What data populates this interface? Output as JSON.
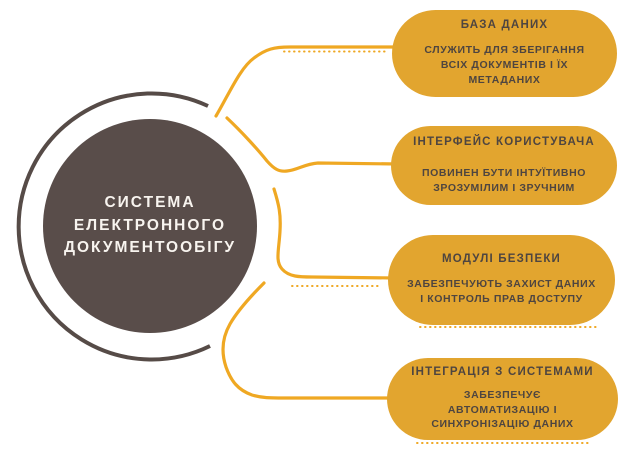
{
  "diagram": {
    "center": {
      "title_lines": [
        "СИСТЕМА",
        "ЕЛЕКТРОННОГО",
        "ДОКУМЕНТООБІГУ"
      ]
    },
    "nodes": [
      {
        "title": "БАЗА ДАНИХ",
        "desc_lines": [
          "СЛУЖИТЬ ДЛЯ ЗБЕРІГАННЯ",
          "ВСІХ ДОКУМЕНТІВ І ЇХ",
          "МЕТАДАНИХ"
        ]
      },
      {
        "title": "ІНТЕРФЕЙС КОРИСТУВАЧА",
        "desc_lines": [
          "ПОВИНЕН БУТИ ІНТУЇТИВНО",
          "ЗРОЗУМІЛИМ І ЗРУЧНИМ"
        ]
      },
      {
        "title": "МОДУЛІ БЕЗПЕКИ",
        "desc_lines": [
          "ЗАБЕЗПЕЧУЮТЬ ЗАХИСТ ДАНИХ",
          "І КОНТРОЛЬ ПРАВ ДОСТУПУ"
        ]
      },
      {
        "title": "ІНТЕГРАЦІЯ З СИСТЕМАМИ",
        "desc_lines": [
          "ЗАБЕЗПЕЧУЄ",
          "АВТОМАТИЗАЦІЮ І",
          "СИНХРОНІЗАЦІЮ ДАНИХ"
        ]
      }
    ],
    "colors": {
      "node_fill": "#E2A52F",
      "connector": "#EFA823",
      "circle_fill": "#594D4A",
      "ring_stroke": "#564B47",
      "node_text": "#4E4540",
      "circle_text": "#F8F4EF",
      "background": "#FFFFFF"
    }
  }
}
